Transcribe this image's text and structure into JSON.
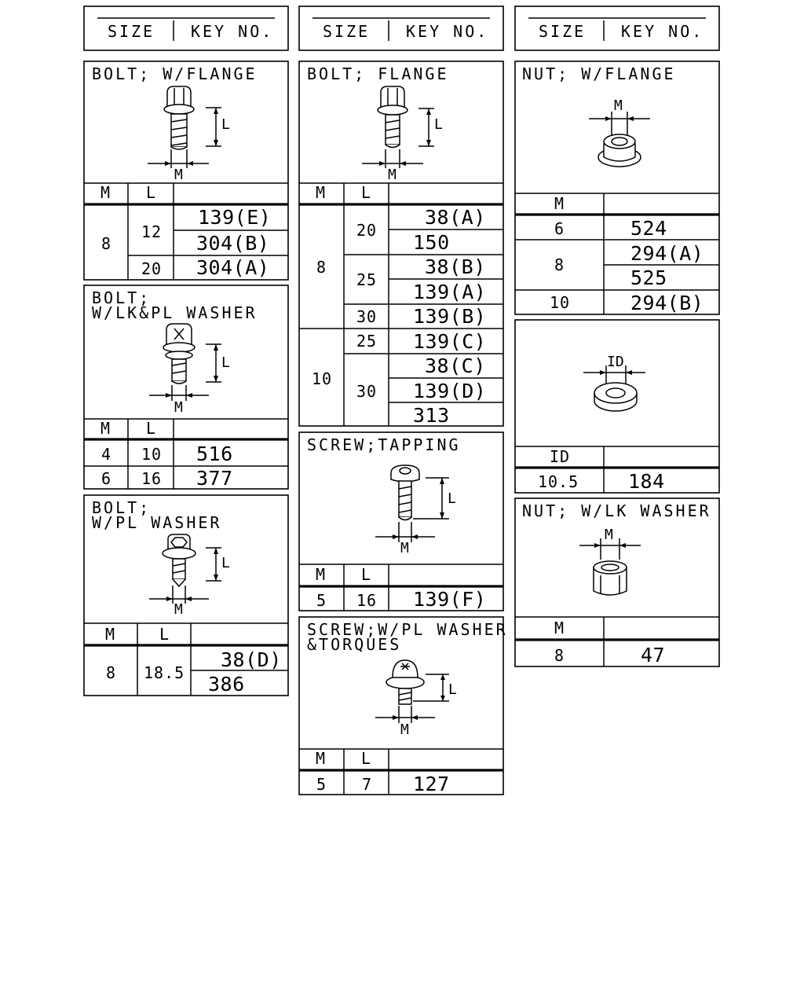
{
  "headers": [
    {
      "size": "SIZE",
      "key": "KEY NO."
    },
    {
      "size": "SIZE",
      "key": "KEY NO."
    },
    {
      "size": "SIZE",
      "key": "KEY NO."
    }
  ],
  "dims": {
    "M": "M",
    "L": "L",
    "ID": "ID"
  },
  "bolt_flange_w": {
    "title": "BOLT; W/FLANGE",
    "col_m": "M",
    "col_l": "L",
    "rows": [
      {
        "m": "8",
        "l": "12",
        "keys": [
          "139(E)",
          "304(B)"
        ]
      },
      {
        "m": "",
        "l": "20",
        "keys": [
          "304(A)"
        ]
      }
    ]
  },
  "bolt_lk_pl": {
    "title_line1": "BOLT;",
    "title_line2": "W/LK&PL WASHER",
    "col_m": "M",
    "col_l": "L",
    "rows": [
      {
        "m": "4",
        "l": "10",
        "key": "516"
      },
      {
        "m": "6",
        "l": "16",
        "key": "377"
      }
    ]
  },
  "bolt_pl": {
    "title_line1": "BOLT;",
    "title_line2": "W/PL WASHER",
    "col_m": "M",
    "col_l": "L",
    "rows": [
      {
        "m": "8",
        "l": "18.5",
        "keys": [
          "38(D)",
          "386"
        ]
      }
    ]
  },
  "bolt_flange": {
    "title": "BOLT; FLANGE",
    "col_m": "M",
    "col_l": "L",
    "m8": "8",
    "m10": "10",
    "l": [
      "20",
      "25",
      "30",
      "25",
      "30"
    ],
    "keys": [
      "38(A)",
      "150",
      "38(B)",
      "139(A)",
      "139(B)",
      "139(C)",
      "38(C)",
      "139(D)",
      "313"
    ]
  },
  "screw_tapping": {
    "title": "SCREW;TAPPING",
    "col_m": "M",
    "col_l": "L",
    "rows": [
      {
        "m": "5",
        "l": "16",
        "key": "139(F)"
      }
    ]
  },
  "screw_pl_torques": {
    "title_line1": "SCREW;W/PL WASHER",
    "title_line2": "&TORQUES",
    "col_m": "M",
    "col_l": "L",
    "rows": [
      {
        "m": "5",
        "l": "7",
        "key": "127"
      }
    ]
  },
  "nut_flange": {
    "title": "NUT; W/FLANGE",
    "col_m": "M",
    "rows": [
      {
        "m": "6",
        "keys": [
          "524"
        ]
      },
      {
        "m": "8",
        "keys": [
          "294(A)",
          "525"
        ]
      },
      {
        "m": "10",
        "keys": [
          "294(B)"
        ]
      }
    ]
  },
  "washer": {
    "col_id": "ID",
    "rows": [
      {
        "id": "10.5",
        "key": "184"
      }
    ]
  },
  "nut_lk": {
    "title": "NUT; W/LK WASHER",
    "col_m": "M",
    "rows": [
      {
        "m": "8",
        "key": "47"
      }
    ]
  }
}
